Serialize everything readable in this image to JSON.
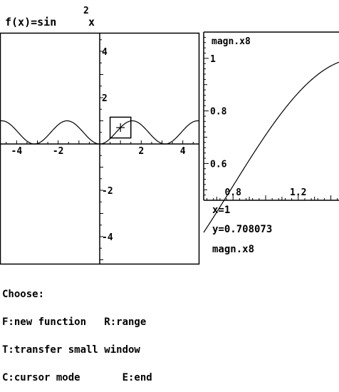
{
  "function": {
    "prefix": "f(x)=sin",
    "exponent": "2",
    "variable": "x"
  },
  "main_plot": {
    "x_range": [
      -4.8,
      4.8
    ],
    "y_range": [
      -5.2,
      4.8
    ],
    "x_ticks": [
      {
        "value": -4,
        "label": "-4"
      },
      {
        "value": -2,
        "label": "-2"
      },
      {
        "value": 2,
        "label": "2"
      },
      {
        "value": 4,
        "label": "4"
      }
    ],
    "y_ticks": [
      {
        "value": 4,
        "label": "4"
      },
      {
        "value": 2,
        "label": "2"
      },
      {
        "value": -2,
        "label": "-2"
      },
      {
        "value": -4,
        "label": "-4"
      }
    ],
    "cursor": {
      "x": 1,
      "y": 0.708073
    },
    "zoom_box_half_width": 0.5
  },
  "zoom_plot": {
    "x_range": [
      0.62,
      1.45
    ],
    "y_range": [
      0.46,
      1.1
    ],
    "x_ticks": [
      {
        "value": 0.8,
        "label": "0.8"
      },
      {
        "value": 1.2,
        "label": "1.2"
      }
    ],
    "y_ticks": [
      {
        "value": 1,
        "label": "1"
      },
      {
        "value": 0.8,
        "label": "0.8"
      },
      {
        "value": 0.6,
        "label": "0.6"
      }
    ],
    "magnification_label": "magn.x8"
  },
  "readout": {
    "x": "x=1",
    "y": "y=0.708073",
    "magnification": "magn.x8"
  },
  "menu": {
    "lines": [
      "Choose:",
      "F:new function   R:range",
      "T:transfer small window",
      "C:cursor mode       E:end"
    ]
  }
}
